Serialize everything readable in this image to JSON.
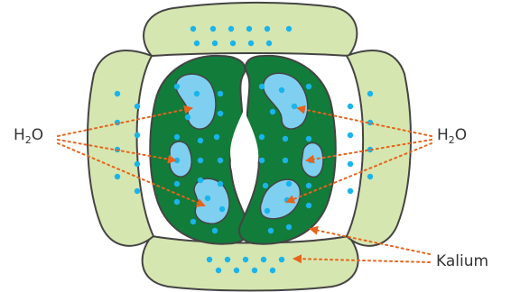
{
  "labels": {
    "water_left": {
      "main": "H",
      "sub": "2",
      "tail": "O"
    },
    "water_right": {
      "main": "H",
      "sub": "2",
      "tail": "O"
    },
    "potassium": "Kalium"
  },
  "colors": {
    "subsidiary_cell_fill": "#d6e6b0",
    "guard_cell_fill": "#127c3a",
    "vacuole_fill": "#7fd0f0",
    "ion_dot": "#1ab4ec",
    "outline": "#444444",
    "arrow": "#e8631b",
    "pore": "#ffffff"
  }
}
